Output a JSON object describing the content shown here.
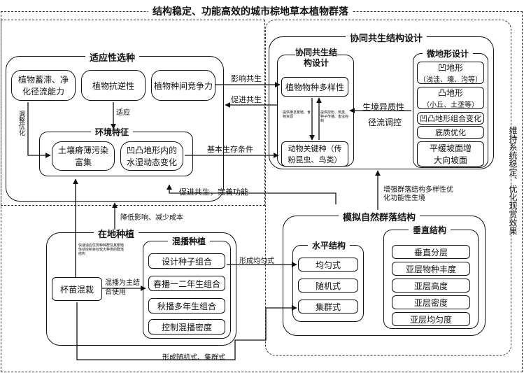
{
  "title": "结构稳定、功能高效的城市棕地草本植物群落",
  "right_side": "维持系统稳定、优化观赏效果",
  "adapt": {
    "title": "适应性选种",
    "storage": "植物蓄滞、净化径流能力",
    "resist": "植物抗逆性",
    "compete": "植物种间竞争力",
    "env_title": "环境特征",
    "soil": "土壤瘠薄污染富集",
    "terrain": "凹凸地形内的水湿动态变化",
    "adjust": "调整优化",
    "adapt_word": "适应"
  },
  "cosym": {
    "title": "协同共生结构设计",
    "inner_title": "协同共生结构设计",
    "diversity": "植物物种多样性",
    "animals": "动物关键种（传粉昆虫、鸟类）",
    "micro_title": "微地形设计",
    "concave": "凹地形",
    "concave_sub": "（浅洼、壕、沟等）",
    "convex": "凸地形",
    "convex_sub": "（小丘、土垄等）",
    "combo": "凹凸地形组合变化",
    "substrate": "底质优化",
    "slope": "平缓坡面增大向坡面",
    "habitat": "生境异质性",
    "runoff": "径流调控",
    "note_left": "提供栖息繁殖、食物资源",
    "note_right": "提供授粉、筑巢、种子传播、害虫控制"
  },
  "arrows": {
    "influence": "影响共生",
    "promote": "促进共生",
    "basic": "基本生存条件",
    "perfect": "促进共生，完善功能",
    "reduce": "降低影响、减少成本",
    "increase": "增强群落结构多样性优化功能性生境",
    "uniform": "形成均匀式",
    "random": "形成随机式、集群式"
  },
  "insitu": {
    "title": "在地种植",
    "mix_title": "混播种植",
    "seed_combo": "设计种子组合",
    "spring": "春播一二年生组合",
    "autumn": "秋播多年生组合",
    "density": "控制混播密度",
    "seedling": "杯苗混栽",
    "mix_main": "混播为主结合使用",
    "note": "快速适应优势种种群及其繁殖性状控制目标较大种类的群落结构"
  },
  "natural": {
    "title": "模拟自然群落结构",
    "horiz_title": "水平结构",
    "uniform": "均匀式",
    "random": "随机式",
    "cluster": "集群式",
    "vert_title": "垂直结构",
    "layers": "垂直分层",
    "richness": "亚层物种丰度",
    "height": "亚层高度",
    "density": "亚层密度",
    "evenness": "亚层均匀度"
  }
}
